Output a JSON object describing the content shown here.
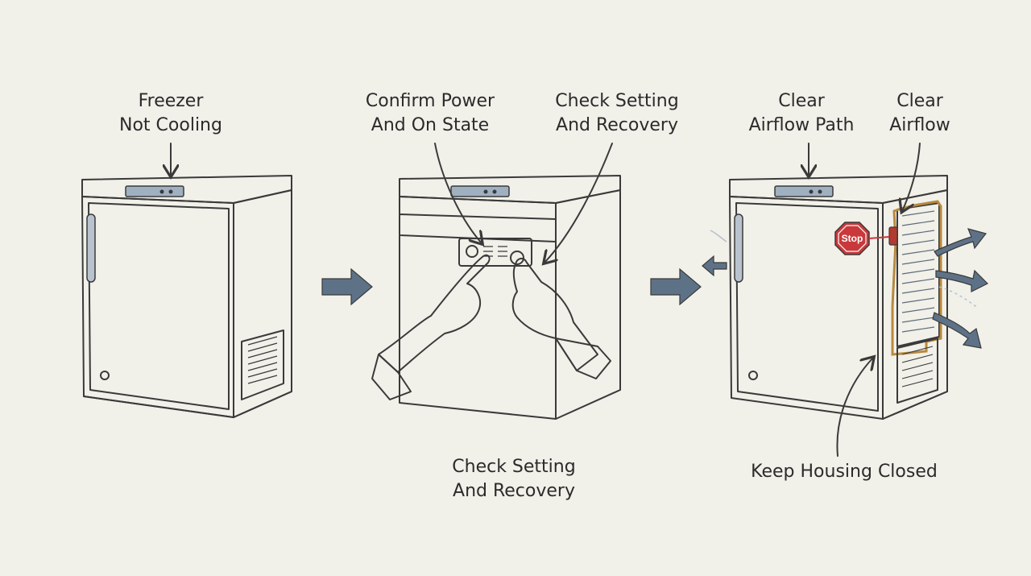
{
  "steps": [
    {
      "labels": [
        {
          "lines": [
            "Freezer",
            "Not Cooling"
          ]
        }
      ]
    },
    {
      "labels": [
        {
          "lines": [
            "Confirm Power",
            "And On State"
          ]
        },
        {
          "lines": [
            "Check Setting",
            "And Recovery"
          ]
        },
        {
          "lines": [
            "Check Setting",
            "And Recovery"
          ]
        }
      ]
    },
    {
      "labels": [
        {
          "lines": [
            "Clear",
            "Airflow Path"
          ]
        },
        {
          "lines": [
            "Clear",
            "Airflow"
          ]
        },
        {
          "lines": [
            "Keep Housing Closed"
          ]
        }
      ],
      "stop_sign": "Stop"
    }
  ],
  "colors": {
    "background": "#f1f0e9",
    "cabinet_side": "#b9c5d3",
    "cabinet_front": "#f7f6f1",
    "arrow": "#5e7287",
    "stop_sign": "#c9393b",
    "skin": "#f2d2b0"
  }
}
